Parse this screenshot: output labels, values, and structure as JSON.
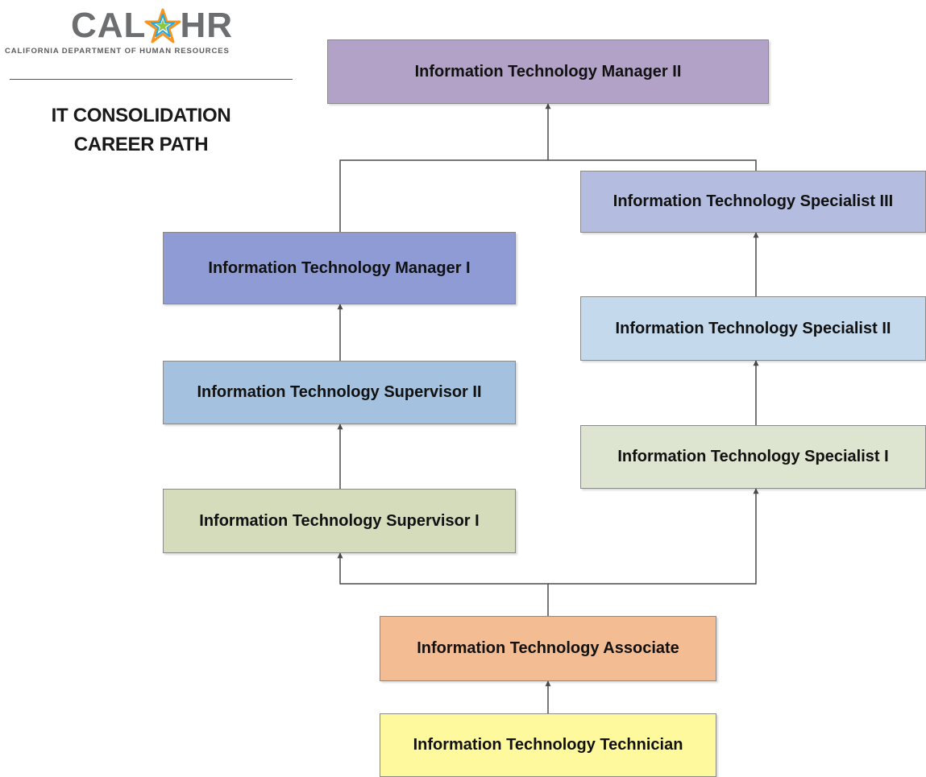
{
  "logo": {
    "left_text": "CAL",
    "right_text": "HR",
    "subtitle": "CALIFORNIA DEPARTMENT OF HUMAN RESOURCES",
    "star_colors": [
      "#f7941d",
      "#ec1c24",
      "#8dc63f",
      "#27aae1",
      "#92278f"
    ]
  },
  "title": {
    "line1": "IT CONSOLIDATION",
    "line2": "CAREER PATH"
  },
  "nodes": {
    "mgr2": {
      "label": "Information Technology Manager II",
      "color": "#b3a2c7"
    },
    "spec3": {
      "label": "Information Technology Specialist III",
      "color": "#b4bde0"
    },
    "mgr1": {
      "label": "Information Technology Manager I",
      "color": "#8e9bd4"
    },
    "spec2": {
      "label": "Information Technology Specialist II",
      "color": "#c5d9ec"
    },
    "sup2": {
      "label": "Information Technology Supervisor II",
      "color": "#a4c2df"
    },
    "spec1": {
      "label": "Information Technology Specialist I",
      "color": "#dde4d0"
    },
    "sup1": {
      "label": "Information Technology Supervisor I",
      "color": "#d4dcbc"
    },
    "assoc": {
      "label": "Information Technology Associate",
      "color": "#f4bc93"
    },
    "tech": {
      "label": "Information Technology Technician",
      "color": "#fdf99c"
    }
  },
  "connector_color": "#4a4a4a"
}
